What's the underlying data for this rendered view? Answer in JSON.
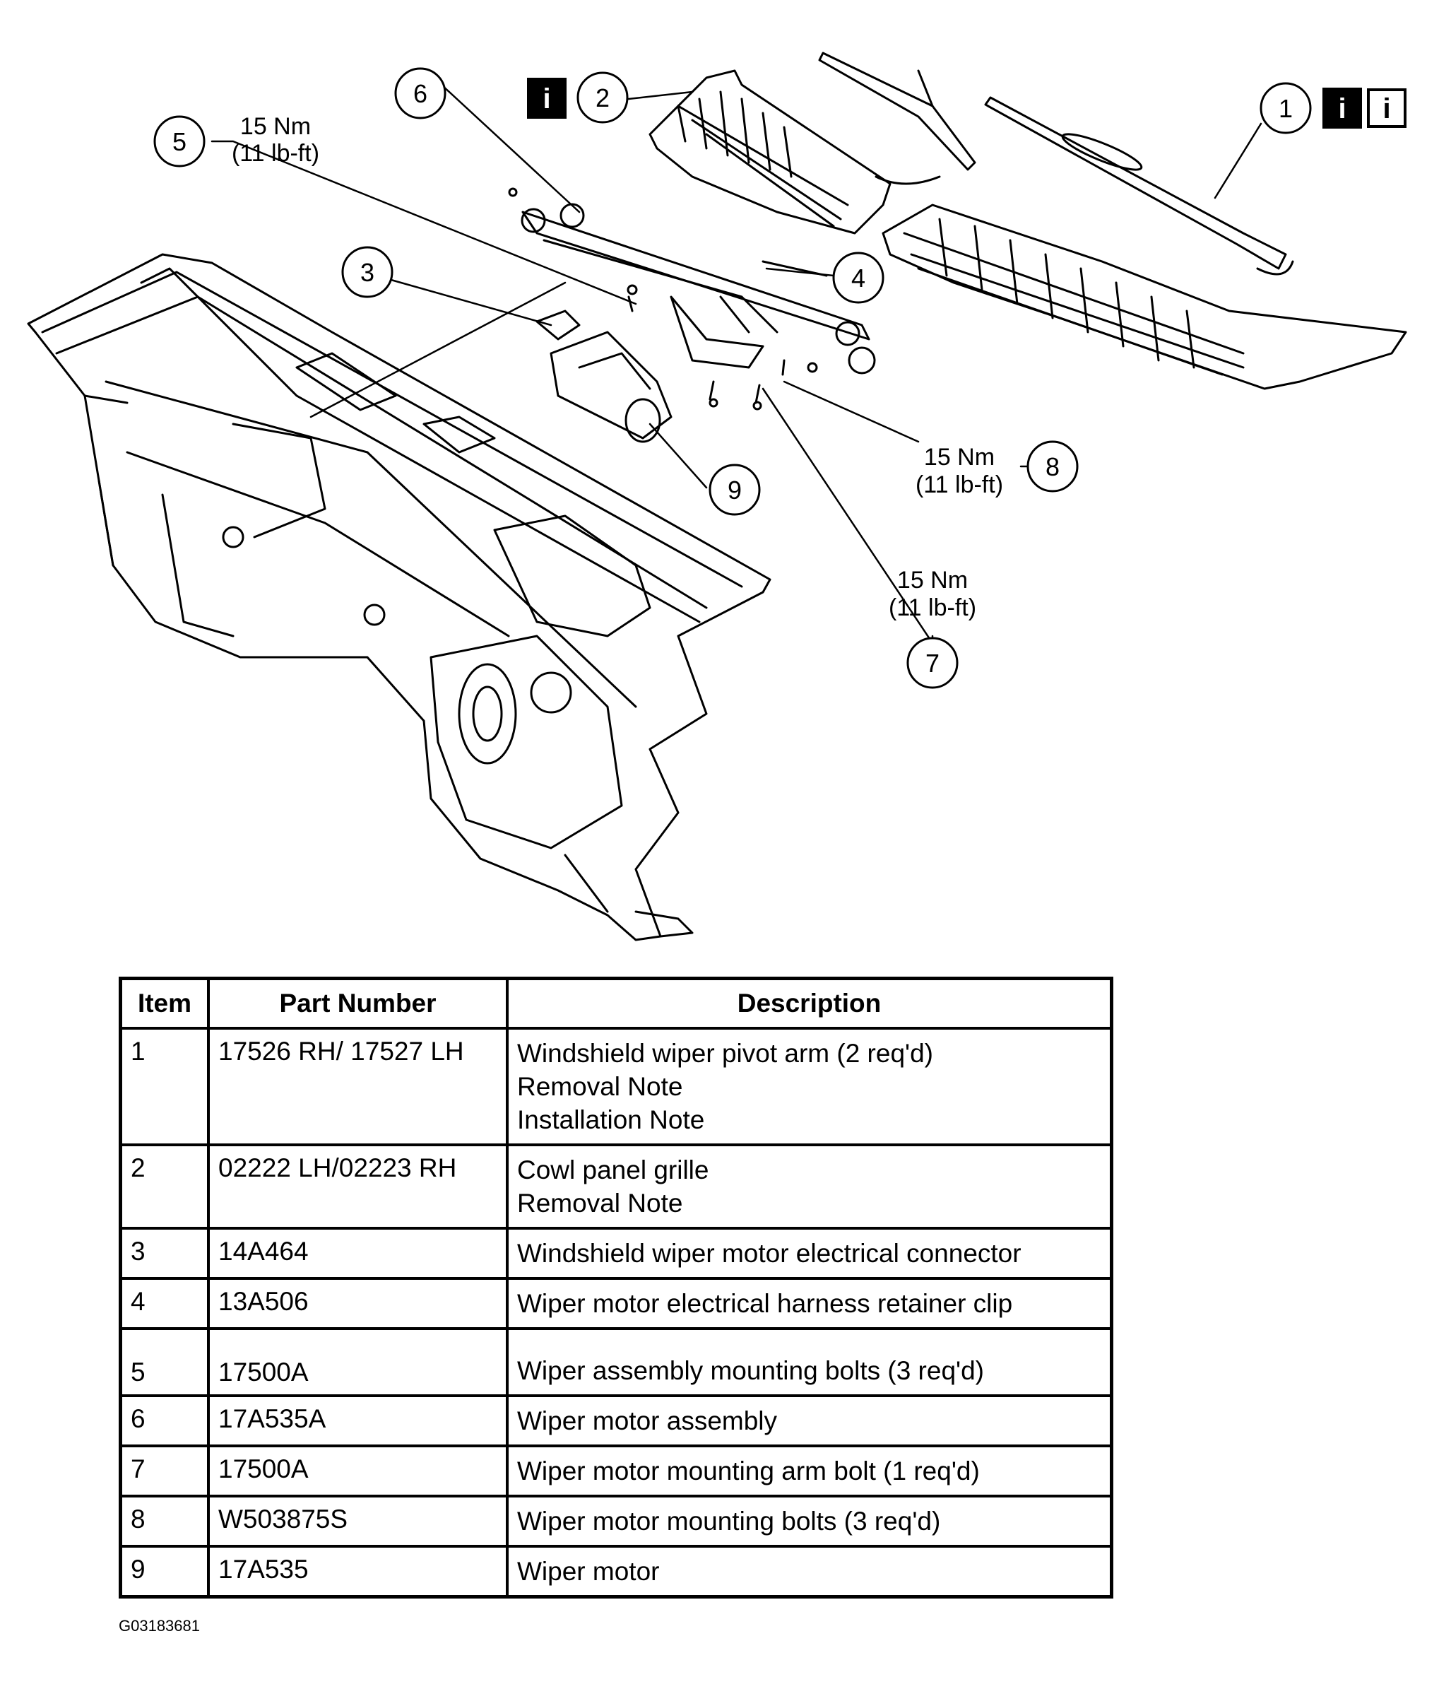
{
  "figure_id": "G03183681",
  "callouts": [
    {
      "num": "1",
      "torque": "",
      "info_icons": [
        "info-icon-filled",
        "info-icon-outline"
      ]
    },
    {
      "num": "2",
      "torque": "",
      "info_icons": [
        "info-icon-filled"
      ]
    },
    {
      "num": "3",
      "torque": ""
    },
    {
      "num": "4",
      "torque": ""
    },
    {
      "num": "5",
      "torque": "15 Nm",
      "torque_imperial": "(11 lb-ft)"
    },
    {
      "num": "6",
      "torque": ""
    },
    {
      "num": "7",
      "torque": "15 Nm",
      "torque_imperial": "(11 lb-ft)"
    },
    {
      "num": "8",
      "torque": "15 Nm",
      "torque_imperial": "(11 lb-ft)"
    },
    {
      "num": "9",
      "torque": ""
    }
  ],
  "info_glyph": "i",
  "table": {
    "headers": [
      "Item",
      "Part Number",
      "Description"
    ],
    "rows": [
      {
        "item": "1",
        "part": "17526 RH/ 17527 LH",
        "desc": [
          "Windshield wiper pivot arm (2 req'd)",
          "Removal Note",
          "Installation Note"
        ]
      },
      {
        "item": "2",
        "part": "02222 LH/02223 RH",
        "desc": [
          "Cowl panel grille",
          "Removal Note"
        ]
      },
      {
        "item": "3",
        "part": "14A464",
        "desc": [
          "Windshield wiper motor electrical connector"
        ]
      },
      {
        "item": "4",
        "part": "13A506",
        "desc": [
          "Wiper motor electrical harness retainer clip"
        ]
      },
      {
        "item": "5",
        "part": "17500A",
        "desc": [
          "Wiper assembly mounting bolts (3 req'd)"
        ]
      },
      {
        "item": "6",
        "part": "17A535A",
        "desc": [
          "Wiper motor assembly"
        ]
      },
      {
        "item": "7",
        "part": "17500A",
        "desc": [
          "Wiper motor mounting arm bolt (1 req'd)"
        ]
      },
      {
        "item": "8",
        "part": "W503875S",
        "desc": [
          "Wiper motor mounting bolts (3 req'd)"
        ]
      },
      {
        "item": "9",
        "part": "17A535",
        "desc": [
          "Wiper motor"
        ]
      }
    ]
  }
}
